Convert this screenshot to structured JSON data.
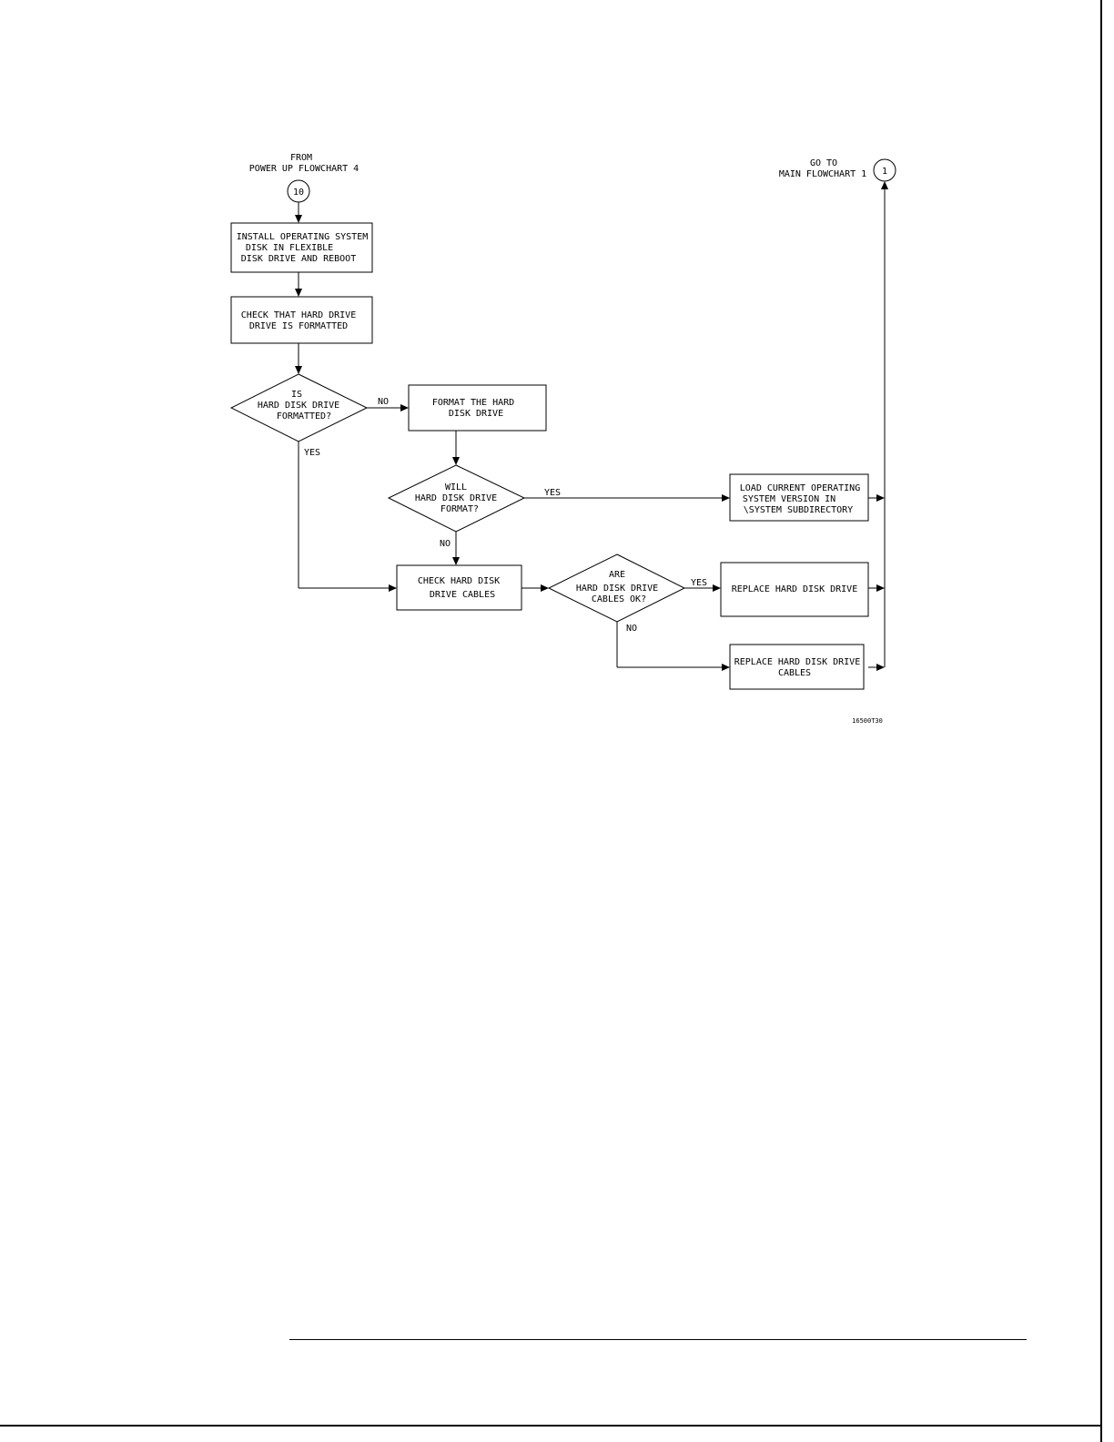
{
  "entry": {
    "label_lines": [
      "FROM",
      "POWER UP FLOWCHART 4"
    ],
    "connector": "10"
  },
  "exit": {
    "label_lines": [
      "GO TO",
      "MAIN FLOWCHART 1"
    ],
    "connector": "1"
  },
  "boxes": {
    "install": [
      "INSTALL OPERATING SYSTEM",
      "DISK IN FLEXIBLE",
      "DISK DRIVE AND REBOOT"
    ],
    "check_formatted": [
      "CHECK THAT HARD DRIVE",
      "DRIVE IS FORMATTED"
    ],
    "format": [
      "FORMAT THE HARD",
      "DISK DRIVE"
    ],
    "load_os": [
      "LOAD CURRENT OPERATING",
      "SYSTEM VERSION IN",
      "\\SYSTEM SUBDIRECTORY"
    ],
    "check_cables": [
      "CHECK HARD DISK",
      "DRIVE CABLES"
    ],
    "replace_drive": [
      "REPLACE HARD DISK DRIVE"
    ],
    "replace_cables": [
      "REPLACE HARD DISK DRIVE",
      "CABLES"
    ]
  },
  "decisions": {
    "is_formatted": [
      "IS",
      "HARD DISK DRIVE",
      "FORMATTED?"
    ],
    "will_format": [
      "WILL",
      "HARD DISK DRIVE",
      "FORMAT?"
    ],
    "cables_ok": [
      "ARE",
      "HARD DISK DRIVE",
      "CABLES OK?"
    ]
  },
  "labels": {
    "is_formatted_no": "NO",
    "is_formatted_yes": "YES",
    "will_format_yes": "YES",
    "will_format_no": "NO",
    "cables_ok_yes": "YES",
    "cables_ok_no": "NO"
  },
  "figure_id": "16500T30"
}
